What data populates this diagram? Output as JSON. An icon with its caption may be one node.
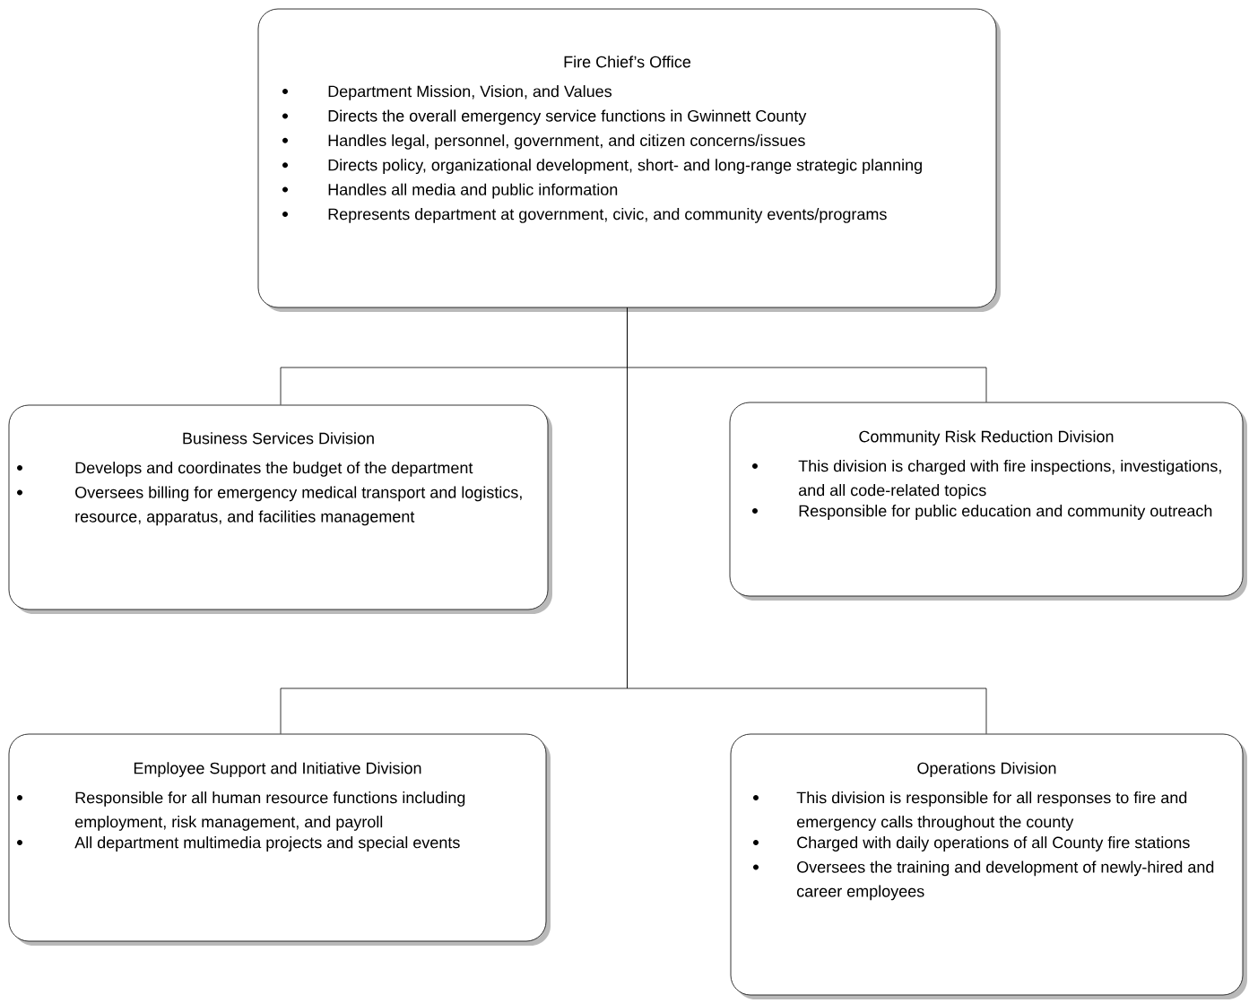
{
  "diagram": {
    "nodes": [
      {
        "text": [
          "Fire Chief’s Office",
          "Department Mission, Vision, and Values",
          "Directs the overall emergency service functions in Gwinnett County",
          "Handles legal, personnel, government, and citizen concerns/issues",
          "Directs policy, organizational development, short- and long-range strategic planning",
          "Handles all media and public information",
          "Represents department at government, civic, and community events/programs"
        ]
      },
      {
        "text": [
          "Business Services Division",
          "Develops and coordinates the budget of the department",
          "Oversees billing for emergency medical transport and logistics, resource, apparatus, and facilities management"
        ]
      },
      {
        "text": [
          "Community Risk Reduction Division",
          "This division is charged with fire inspections, investigations, and all code-related topics",
          "Responsible for public education and community outreach"
        ]
      },
      {
        "text": [
          "Employee Support and Initiative Division",
          "Responsible for all human resource functions including employment, risk management, and payroll",
          "All department multimedia projects and special events"
        ]
      },
      {
        "text": [
          "Operations Division",
          "This division is responsible for all responses to fire and emergency calls throughout the county",
          "Charged with daily operations of all County fire stations",
          "Oversees the training and development of newly-hired and career employees"
        ]
      }
    ],
    "edges": [
      {
        "from": 0,
        "to": 1,
        "arrow": "none"
      },
      {
        "from": 0,
        "to": 2,
        "arrow": "none"
      },
      {
        "from": 0,
        "to": 3,
        "arrow": "none"
      },
      {
        "from": 0,
        "to": 4,
        "arrow": "none"
      }
    ]
  }
}
